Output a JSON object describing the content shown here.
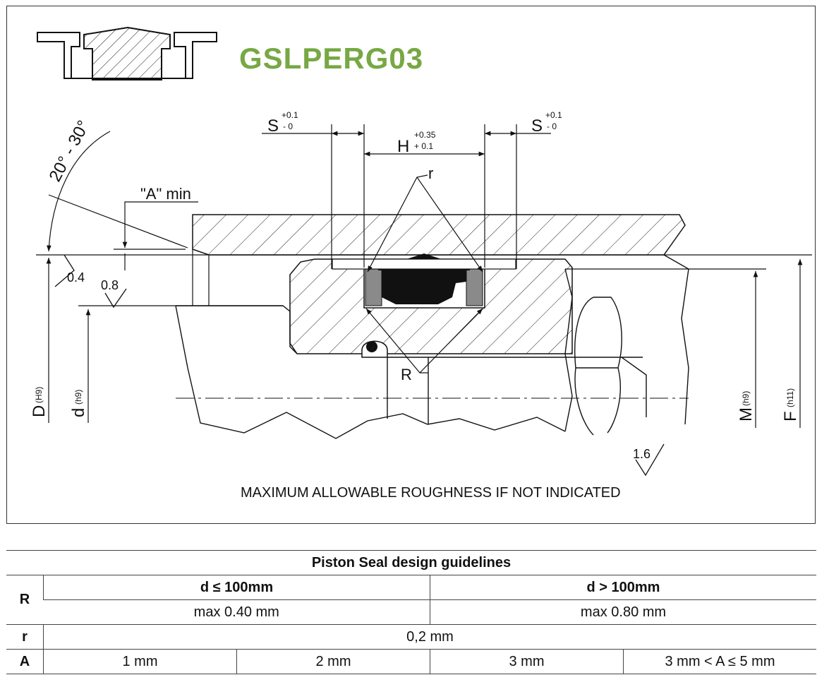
{
  "drawing": {
    "code": "GSLPERG03",
    "code_color": "#77a844",
    "angle": "20° - 30°",
    "a_min": "\"A\" min",
    "s_left": {
      "main": "S",
      "upper": "+0.1",
      "lower": "- 0"
    },
    "s_right": {
      "main": "S",
      "upper": "+0.1",
      "lower": "- 0"
    },
    "h": {
      "main": "H",
      "upper": "+0.35",
      "lower": "+ 0.1"
    },
    "r_small": "r",
    "r_big": "R",
    "rough_04": "0.4",
    "rough_08": "0.8",
    "rough_16": "1.6",
    "dim_D": {
      "main": "D",
      "sub": "(H9)"
    },
    "dim_d": {
      "main": "d",
      "sub": "(h9)"
    },
    "dim_M": {
      "main": "M",
      "sub": "(h9)"
    },
    "dim_F": {
      "main": "F",
      "sub": "(h11)"
    },
    "note": "MAXIMUM ALLOWABLE ROUGHNESS IF NOT INDICATED",
    "seal_color": "#111111",
    "backup_color": "#8a8a8a"
  },
  "table": {
    "title": "Piston Seal design guidelines",
    "rows": {
      "R": {
        "label": "R",
        "col_a_head": "d ≤ 100mm",
        "col_b_head": "d > 100mm",
        "col_a_val": "max 0.40 mm",
        "col_b_val": "max 0.80 mm"
      },
      "r": {
        "label": "r",
        "value": "0,2 mm"
      },
      "A": {
        "label": "A",
        "values": [
          "1 mm",
          "2 mm",
          "3 mm",
          "3 mm < A ≤ 5 mm"
        ]
      }
    }
  }
}
